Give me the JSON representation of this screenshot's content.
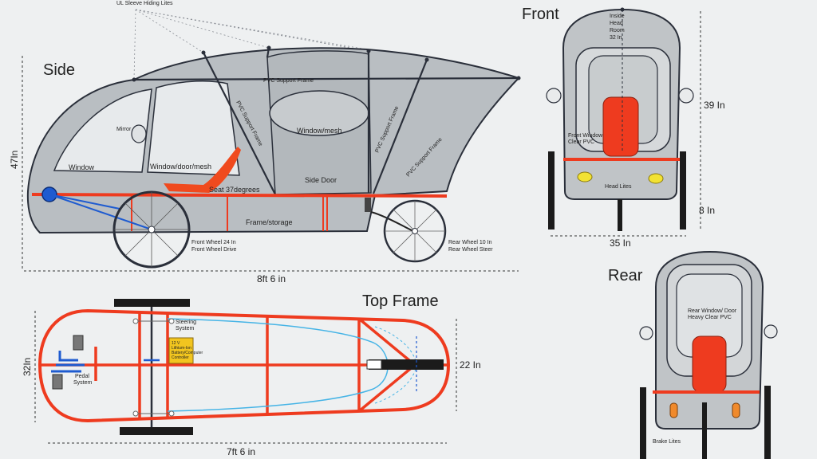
{
  "views": {
    "side": "Side",
    "front": "Front",
    "rear": "Rear",
    "top_frame": "Top Frame"
  },
  "side": {
    "top_label": "UL Sleeve Hiding Lites",
    "pvc_support_frame": "PVC Support Frame",
    "pvc_support_frame_diag1": "PVC Support Frame",
    "pvc_support_frame_diag2": "PVC Support Frame",
    "pvc_support_frame_diag3": "PVC Support Frame",
    "window": "Window",
    "mirror": "Mirror",
    "window_door": "Window/door/mesh",
    "window_mesh": "Window/mesh",
    "side_door": "Side Door",
    "seat": "Seat 37degrees",
    "frame_storage": "Frame/storage",
    "front_wheel_line1": "Front Wheel 24 In",
    "front_wheel_line2": "Front Wheel Drive",
    "rear_wheel_line1": "Rear Wheel 10 In",
    "rear_wheel_line2": "Rear Wheel Steer",
    "height": "47In",
    "length": "8ft 6 in"
  },
  "front": {
    "head_room_line1": "Inside",
    "head_room_line2": "Head",
    "head_room_line3": "Room",
    "head_room_line4": "32 In",
    "window_line1": "Front Window",
    "window_line2": "Clear PVC",
    "head_lites": "Head Lites",
    "height_upper": "39 In",
    "height_lower": "8 In",
    "width": "35 In"
  },
  "rear": {
    "window_line1": "Rear Window/ Door",
    "window_line2": "Heavy Clear PVC",
    "brake_lites": "Brake Lites"
  },
  "top_frame": {
    "steering_line1": "Steering",
    "steering_line2": "System",
    "battery_line1": "12 V",
    "battery_line2": "Lithium-Ion",
    "battery_line3": "Battery/Computer",
    "battery_line4": "Controller",
    "pedal_line1": "Pedal",
    "pedal_line2": "System",
    "width_in": "32In",
    "rear_width": "22 In",
    "length": "7ft 6 in"
  },
  "colors": {
    "frame_red": "#ee3b1f",
    "seat_red": "#f04a1e",
    "body_gray": "#b9bec2",
    "window_light": "#e7eaec",
    "outline": "#2a2f3a",
    "chain_blue": "#1e5bd0",
    "lite_yellow": "#f2e233",
    "brake_orange": "#f08a2c",
    "accent_blue": "#46b4e6"
  }
}
